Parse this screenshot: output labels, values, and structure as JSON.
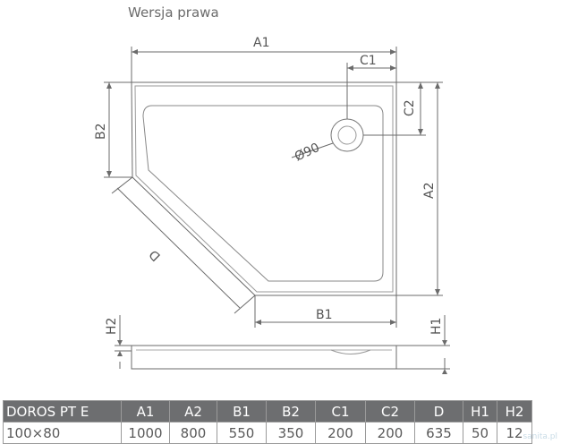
{
  "heading": "Wersja prawa",
  "labels": {
    "a1": "A1",
    "a2": "A2",
    "b1": "B1",
    "b2": "B2",
    "c1": "C1",
    "c2": "C2",
    "d": "D",
    "diameter": "Ø90",
    "h1": "H1",
    "h2": "H2"
  },
  "table": {
    "headers": [
      "DOROS PT E",
      "A1",
      "A2",
      "B1",
      "B2",
      "C1",
      "C2",
      "D",
      "H1",
      "H2"
    ],
    "rows": [
      [
        "100×80",
        "1000",
        "800",
        "550",
        "350",
        "200",
        "200",
        "635",
        "50",
        "12"
      ]
    ]
  },
  "watermark": "sanita.pl"
}
